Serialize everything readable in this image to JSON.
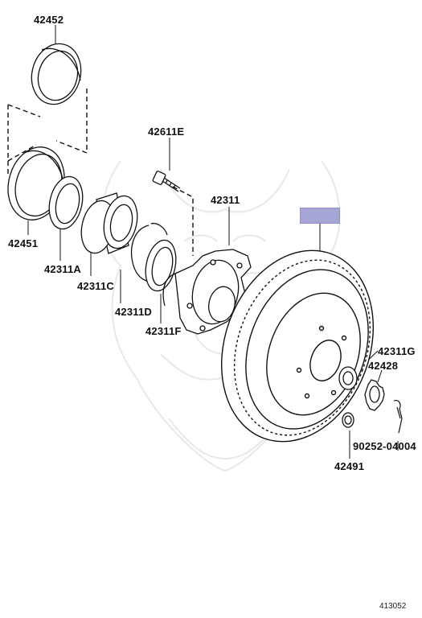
{
  "colors": {
    "line": "#111111",
    "highlight": "#a5a6d6",
    "watermark": "#e6e6e6"
  },
  "parts": {
    "p42452": "42452",
    "p42451": "42451",
    "p42611E": "42611E",
    "p42311": "42311",
    "p42311A": "42311A",
    "p42311C": "42311C",
    "p42311D": "42311D",
    "p42311F": "42311F",
    "p42311G": "42311G",
    "p42428": "42428",
    "p90252": "90252-04004",
    "p42491": "42491"
  },
  "highlight": {
    "label": ""
  },
  "reference": "413052"
}
